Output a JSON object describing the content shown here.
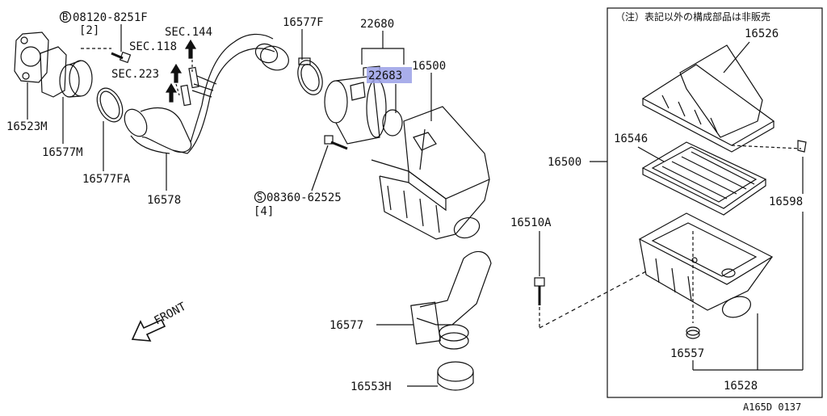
{
  "diagram": {
    "note": "（注）表記以外の構成部品は非販売",
    "figure_code": "A165D 0137",
    "front_label": "FRONT",
    "sec_labels": {
      "s144": "SEC.144",
      "s118": "SEC.118",
      "s223": "SEC.223"
    },
    "bolt_top": {
      "mark": "B",
      "number": "08120-8251F",
      "qty": "[2]"
    },
    "screw": {
      "mark": "S",
      "number": "08360-62525",
      "qty": "[4]"
    },
    "parts": {
      "p16523M": "16523M",
      "p16577M": "16577M",
      "p16577FA": "16577FA",
      "p16578": "16578",
      "p16577F": "16577F",
      "p22680": "22680",
      "p22683": "22683",
      "p16500_top": "16500",
      "p16500_right": "16500",
      "p16526": "16526",
      "p16546": "16546",
      "p16598": "16598",
      "p16510A": "16510A",
      "p16577": "16577",
      "p16553H": "16553H",
      "p16557": "16557",
      "p16528": "16528"
    },
    "highlight_color": "#9aa0e6"
  }
}
